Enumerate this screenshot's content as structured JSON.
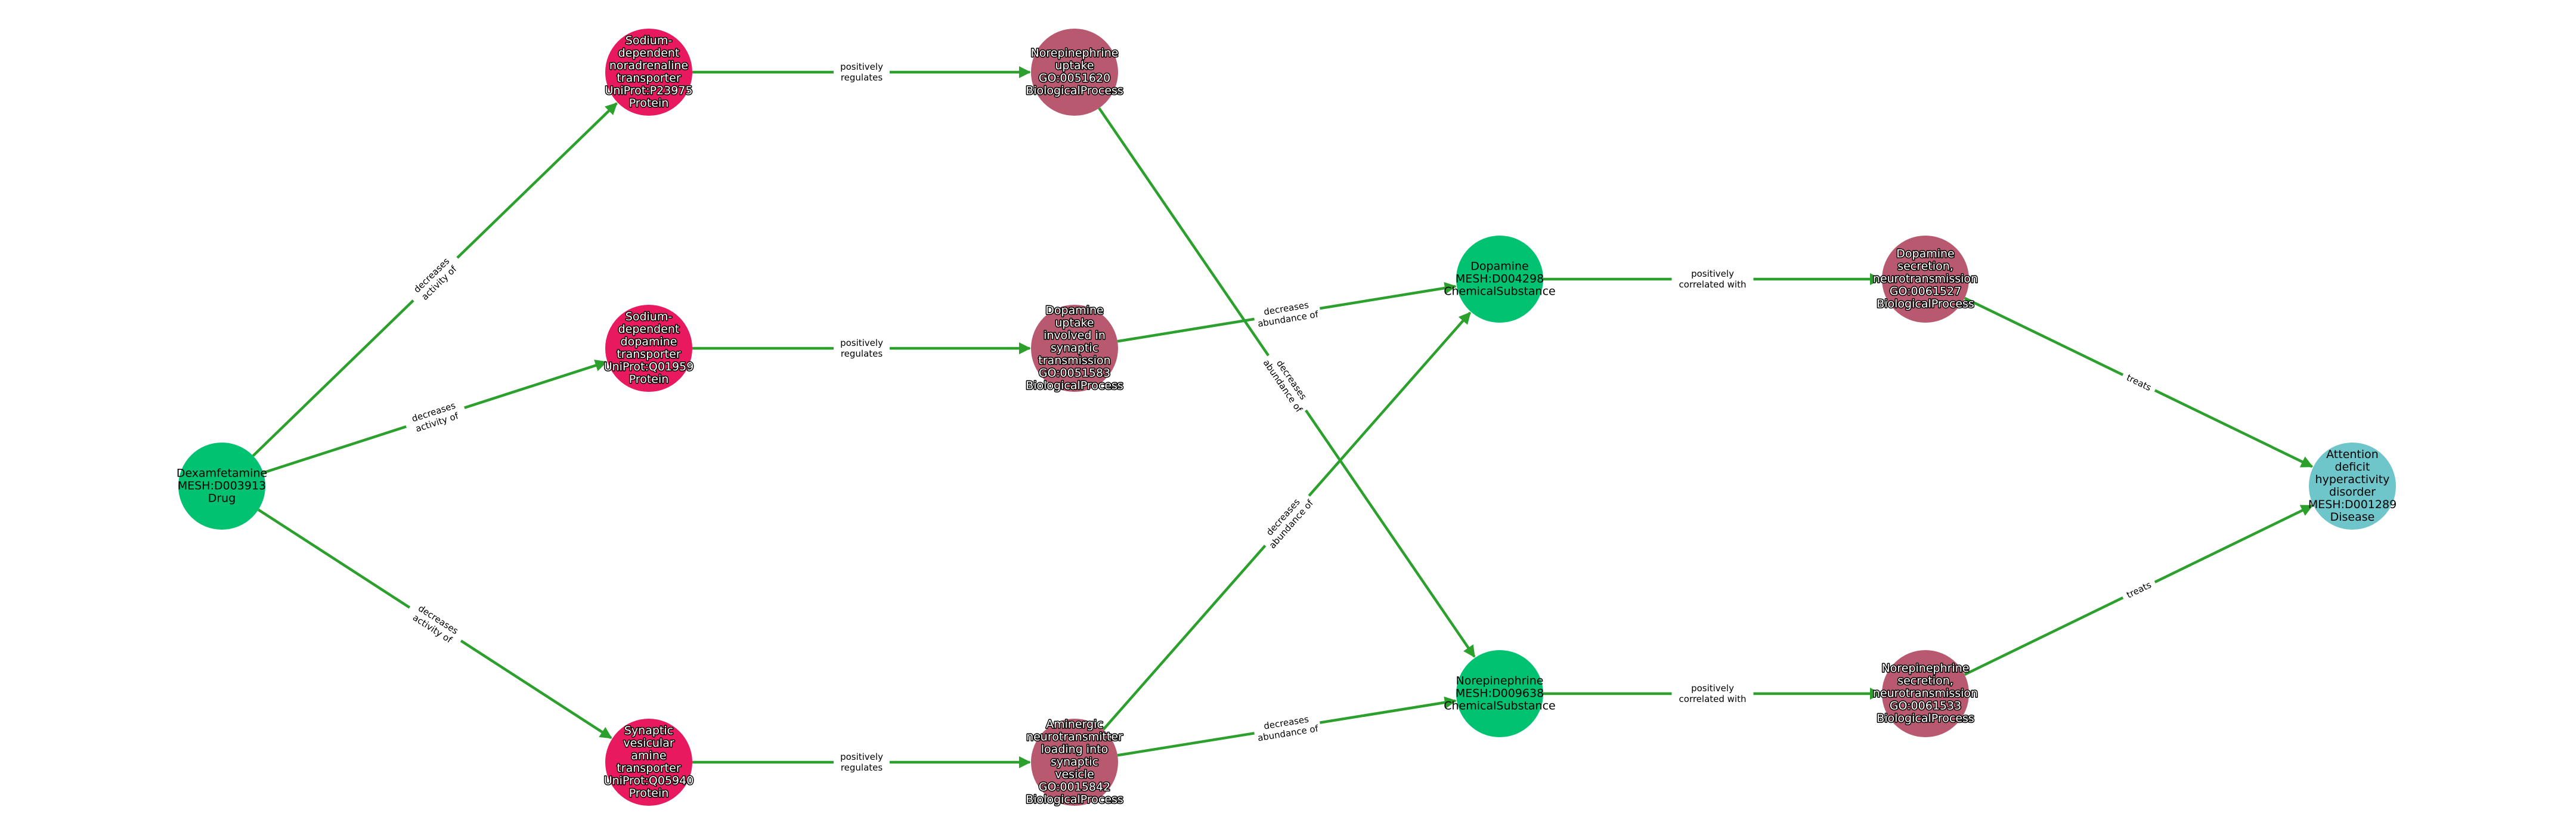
{
  "colors": {
    "edge": "#2ca02c",
    "Drug": "#00c271",
    "Protein": "#e8195f",
    "BiologicalProcess": "#b8596f",
    "ChemicalSubstance": "#00c271",
    "Disease": "#6ec5ca"
  },
  "nodes": [
    {
      "id": "dex",
      "type": "Drug",
      "lines": [
        "Dexamfetamine",
        "MESH:D003913",
        "Drug"
      ]
    },
    {
      "id": "net",
      "type": "Protein",
      "lines": [
        "Sodium-",
        "dependent",
        "noradrenaline",
        "transporter",
        "UniProt:P23975",
        "Protein"
      ]
    },
    {
      "id": "dat",
      "type": "Protein",
      "lines": [
        "Sodium-",
        "dependent",
        "dopamine",
        "transporter",
        "UniProt:Q01959",
        "Protein"
      ]
    },
    {
      "id": "vmat",
      "type": "Protein",
      "lines": [
        "Synaptic",
        "vesicular",
        "amine",
        "transporter",
        "UniProt:Q05940",
        "Protein"
      ]
    },
    {
      "id": "neup",
      "type": "BiologicalProcess",
      "lines": [
        "Norepinephrine",
        "uptake",
        "GO:0051620",
        "BiologicalProcess"
      ]
    },
    {
      "id": "daup",
      "type": "BiologicalProcess",
      "lines": [
        "Dopamine",
        "uptake",
        "involved in",
        "synaptic",
        "transmission",
        "GO:0051583",
        "BiologicalProcess"
      ]
    },
    {
      "id": "amin",
      "type": "BiologicalProcess",
      "lines": [
        "Aminergic",
        "neurotransmitter",
        "loading into",
        "synaptic",
        "vesicle",
        "GO:0015842",
        "BiologicalProcess"
      ]
    },
    {
      "id": "da",
      "type": "ChemicalSubstance",
      "lines": [
        "Dopamine",
        "MESH:D004298",
        "ChemicalSubstance"
      ]
    },
    {
      "id": "ne",
      "type": "ChemicalSubstance",
      "lines": [
        "Norepinephrine",
        "MESH:D009638",
        "ChemicalSubstance"
      ]
    },
    {
      "id": "dasec",
      "type": "BiologicalProcess",
      "lines": [
        "Dopamine",
        "secretion,",
        "neurotransmission",
        "GO:0061527",
        "BiologicalProcess"
      ]
    },
    {
      "id": "nesec",
      "type": "BiologicalProcess",
      "lines": [
        "Norepinephrine",
        "secretion,",
        "neurotransmission",
        "GO:0061533",
        "BiologicalProcess"
      ]
    },
    {
      "id": "adhd",
      "type": "Disease",
      "lines": [
        "Attention",
        "deficit",
        "hyperactivity",
        "disorder",
        "MESH:D001289",
        "Disease"
      ]
    }
  ],
  "edges": [
    {
      "source": "dex",
      "target": "net",
      "label": [
        "decreases",
        "activity of"
      ]
    },
    {
      "source": "dex",
      "target": "dat",
      "label": [
        "decreases",
        "activity of"
      ]
    },
    {
      "source": "dex",
      "target": "vmat",
      "label": [
        "decreases",
        "activity of"
      ]
    },
    {
      "source": "net",
      "target": "neup",
      "label": [
        "positively",
        "regulates"
      ]
    },
    {
      "source": "dat",
      "target": "daup",
      "label": [
        "positively",
        "regulates"
      ]
    },
    {
      "source": "vmat",
      "target": "amin",
      "label": [
        "positively",
        "regulates"
      ]
    },
    {
      "source": "daup",
      "target": "da",
      "label": [
        "decreases",
        "abundance of"
      ]
    },
    {
      "source": "neup",
      "target": "ne",
      "label": [
        "decreases",
        "abundance of"
      ]
    },
    {
      "source": "amin",
      "target": "da",
      "label": [
        "decreases",
        "abundance of"
      ]
    },
    {
      "source": "amin",
      "target": "ne",
      "label": [
        "decreases",
        "abundance of"
      ]
    },
    {
      "source": "da",
      "target": "dasec",
      "label": [
        "positively",
        "correlated with"
      ]
    },
    {
      "source": "ne",
      "target": "nesec",
      "label": [
        "positively",
        "correlated with"
      ]
    },
    {
      "source": "dasec",
      "target": "adhd",
      "label": [
        "treats"
      ]
    },
    {
      "source": "nesec",
      "target": "adhd",
      "label": [
        "treats"
      ]
    }
  ]
}
